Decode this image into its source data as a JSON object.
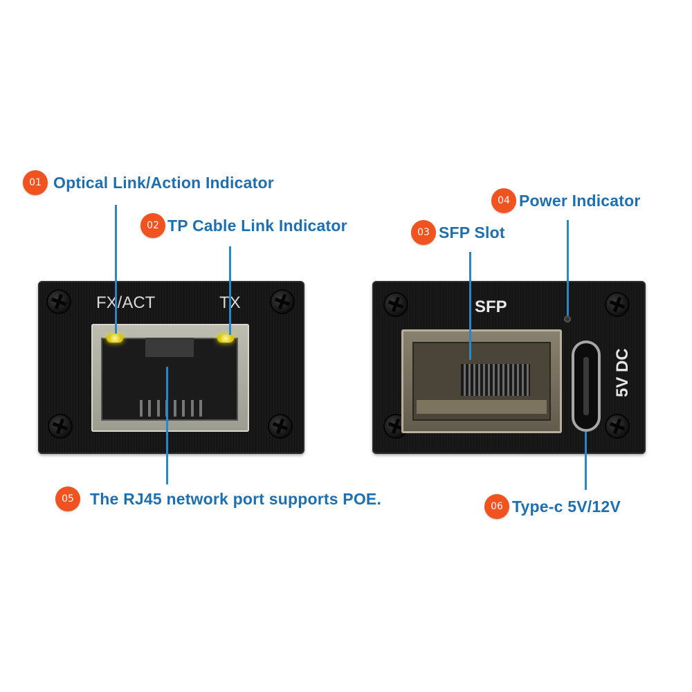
{
  "callouts": [
    {
      "number": "01",
      "label": "Optical Link/Action Indicator"
    },
    {
      "number": "02",
      "label": "TP Cable Link Indicator"
    },
    {
      "number": "03",
      "label": "SFP Slot"
    },
    {
      "number": "04",
      "label": "Power Indicator"
    },
    {
      "number": "05",
      "label": "The RJ45 network port supports POE."
    },
    {
      "number": "06",
      "label": "Type-c 5V/12V"
    }
  ],
  "panel_labels": {
    "fx_act": "FX/ACT",
    "tx": "TX",
    "sfp": "SFP",
    "power_input": "5V DC"
  },
  "colors": {
    "badge": "#f0531f",
    "callout_text": "#1e6fb0",
    "leader_line": "#2a86c9",
    "led": "#e6e000"
  }
}
